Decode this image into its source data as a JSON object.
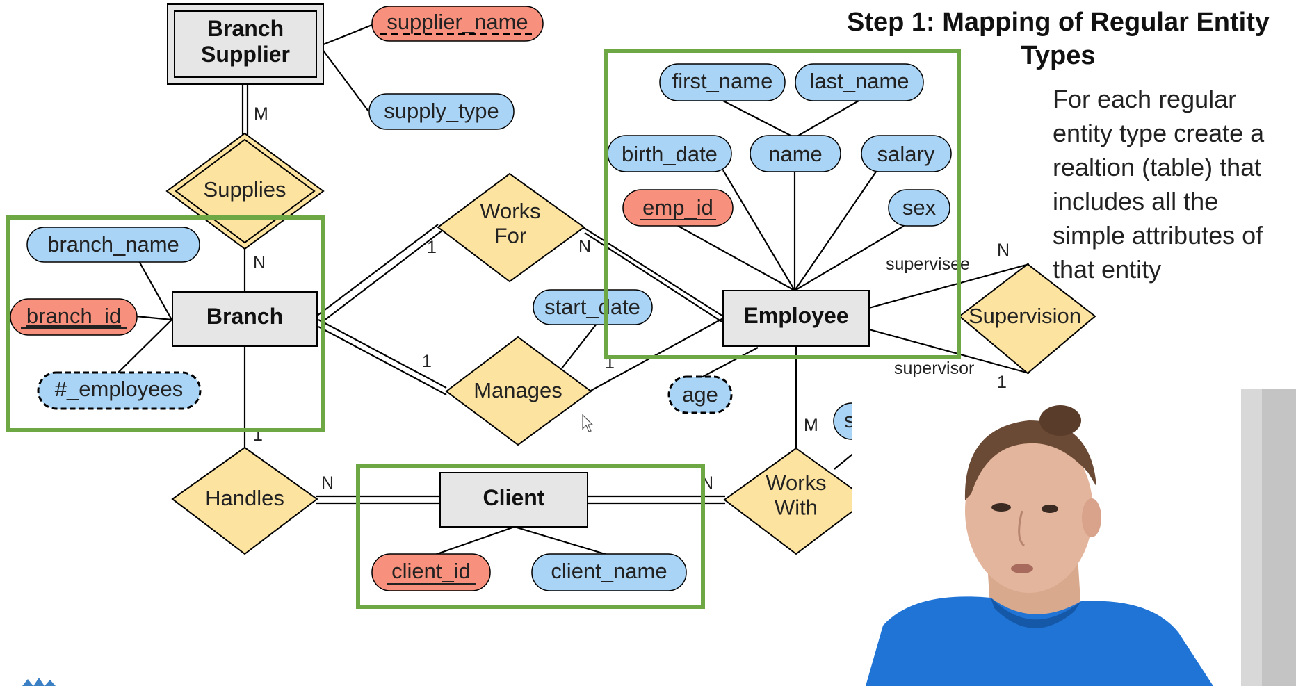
{
  "slide": {
    "title": "Step 1: Mapping of Regular Entity\nTypes",
    "body": "For each regular entity type create a realtion (table) that includes all the simple attributes of that entity"
  },
  "colors": {
    "entity_fill": "#e6e6e6",
    "relationship_fill": "#fde3a0",
    "attribute_fill": "#a9d4f5",
    "key_attribute_fill": "#f7907c",
    "highlight_box": "#6ea845",
    "line": "#000000"
  },
  "entities": {
    "branch_supplier": "Branch\nSupplier",
    "branch": "Branch",
    "employee": "Employee",
    "client": "Client"
  },
  "relationships": {
    "supplies": "Supplies",
    "works_for": "Works\nFor",
    "manages": "Manages",
    "handles": "Handles",
    "works_with": "Works\nWith",
    "supervision": "Supervision"
  },
  "attributes": {
    "supplier_name": "supplier_name",
    "supply_type": "supply_type",
    "branch_name": "branch_name",
    "branch_id": "branch_id",
    "employees": "#_employees",
    "first_name": "first_name",
    "last_name": "last_name",
    "birth_date": "birth_date",
    "name": "name",
    "salary": "salary",
    "emp_id": "emp_id",
    "sex": "sex",
    "start_date": "start_date",
    "age": "age",
    "sales": "sales",
    "client_id": "client_id",
    "client_name": "client_name"
  },
  "cardinalities": {
    "supplier_supplies": "M",
    "supplies_branch": "N",
    "branch_worksfor": "1",
    "worksfor_employee": "N",
    "branch_manages": "1",
    "manages_employee": "1",
    "branch_handles": "1",
    "handles_client": "N",
    "client_workswith": "N",
    "employee_workswith": "M",
    "supervisee_n": "N",
    "supervisor_1": "1"
  },
  "roles": {
    "supervisee": "supervisee",
    "supervisor": "supervisor"
  },
  "icons": {
    "cursor": "mouse-pointer-icon",
    "presenter": "presenter-webcam-image",
    "logo": "logo-mark-icon"
  }
}
